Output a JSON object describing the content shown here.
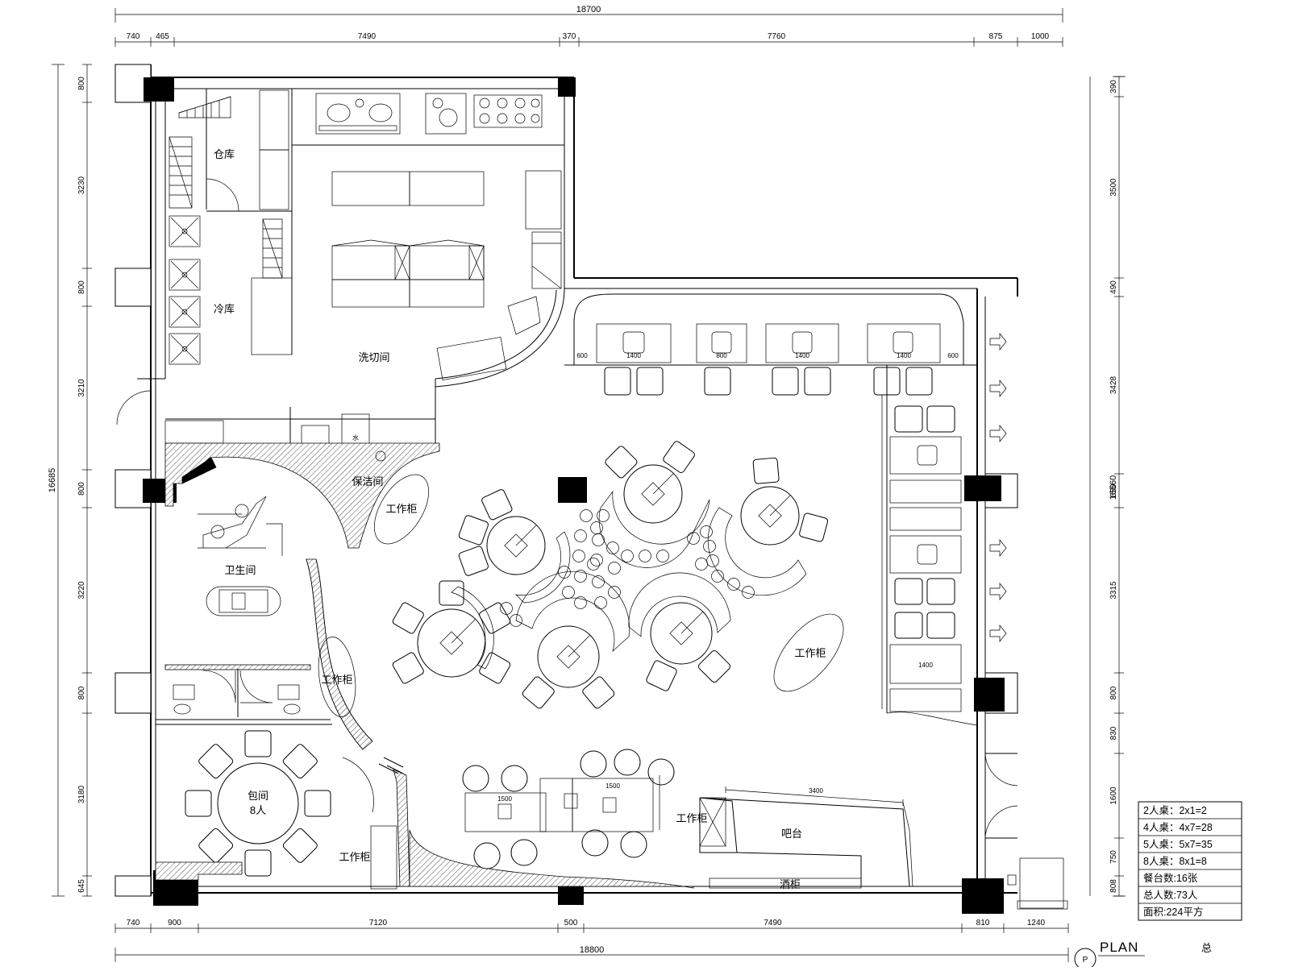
{
  "dimensions": {
    "top_total": "18700",
    "top": [
      "740",
      "465",
      "7490",
      "370",
      "7760",
      "875",
      "1000"
    ],
    "bottom_total": "18800",
    "bottom": [
      "740",
      "900",
      "7120",
      "500",
      "7490",
      "810",
      "1240"
    ],
    "left_total": "16685",
    "left": [
      "800",
      "3230",
      "800",
      "3210",
      "800",
      "3220",
      "800",
      "3180",
      "645"
    ],
    "right_total": "16560",
    "right": [
      "390",
      "3500",
      "490",
      "3428",
      "650",
      "3315",
      "800",
      "830",
      "1600",
      "750",
      "808"
    ]
  },
  "rooms": {
    "storage": "仓库",
    "cold_room": "冷库",
    "kitchen": "洗切间",
    "cleaning": "保洁间",
    "work_cabinet_1": "工作柜",
    "restroom": "卫生间",
    "work_cabinet_2": "工作柜",
    "work_cabinet_3": "工作柜",
    "private_room": "包间",
    "private_room_seats": "8人",
    "work_cabinet_4": "工作柜",
    "work_cabinet_5": "工作柜",
    "counter": "吧台",
    "wine_cabinet": "酒柜",
    "water_mark": "水"
  },
  "booth_dims": [
    "600",
    "1400",
    "800",
    "1400",
    "1400",
    "600"
  ],
  "table_dims": [
    "1500",
    "1500",
    "3400"
  ],
  "legend": [
    {
      "label": "2人桌：",
      "value": "2x1=2"
    },
    {
      "label": "4人桌：",
      "value": "4x7=28"
    },
    {
      "label": "5人桌：",
      "value": "5x7=35"
    },
    {
      "label": "8人桌：",
      "value": "8x1=8"
    },
    {
      "label": "餐台数:",
      "value": "16张"
    },
    {
      "label": "总人数:",
      "value": "73人"
    },
    {
      "label": "面积:",
      "value": "224平方"
    }
  ],
  "plan_label": "PLAN",
  "plan_suffix": "总",
  "north_mark": "P"
}
